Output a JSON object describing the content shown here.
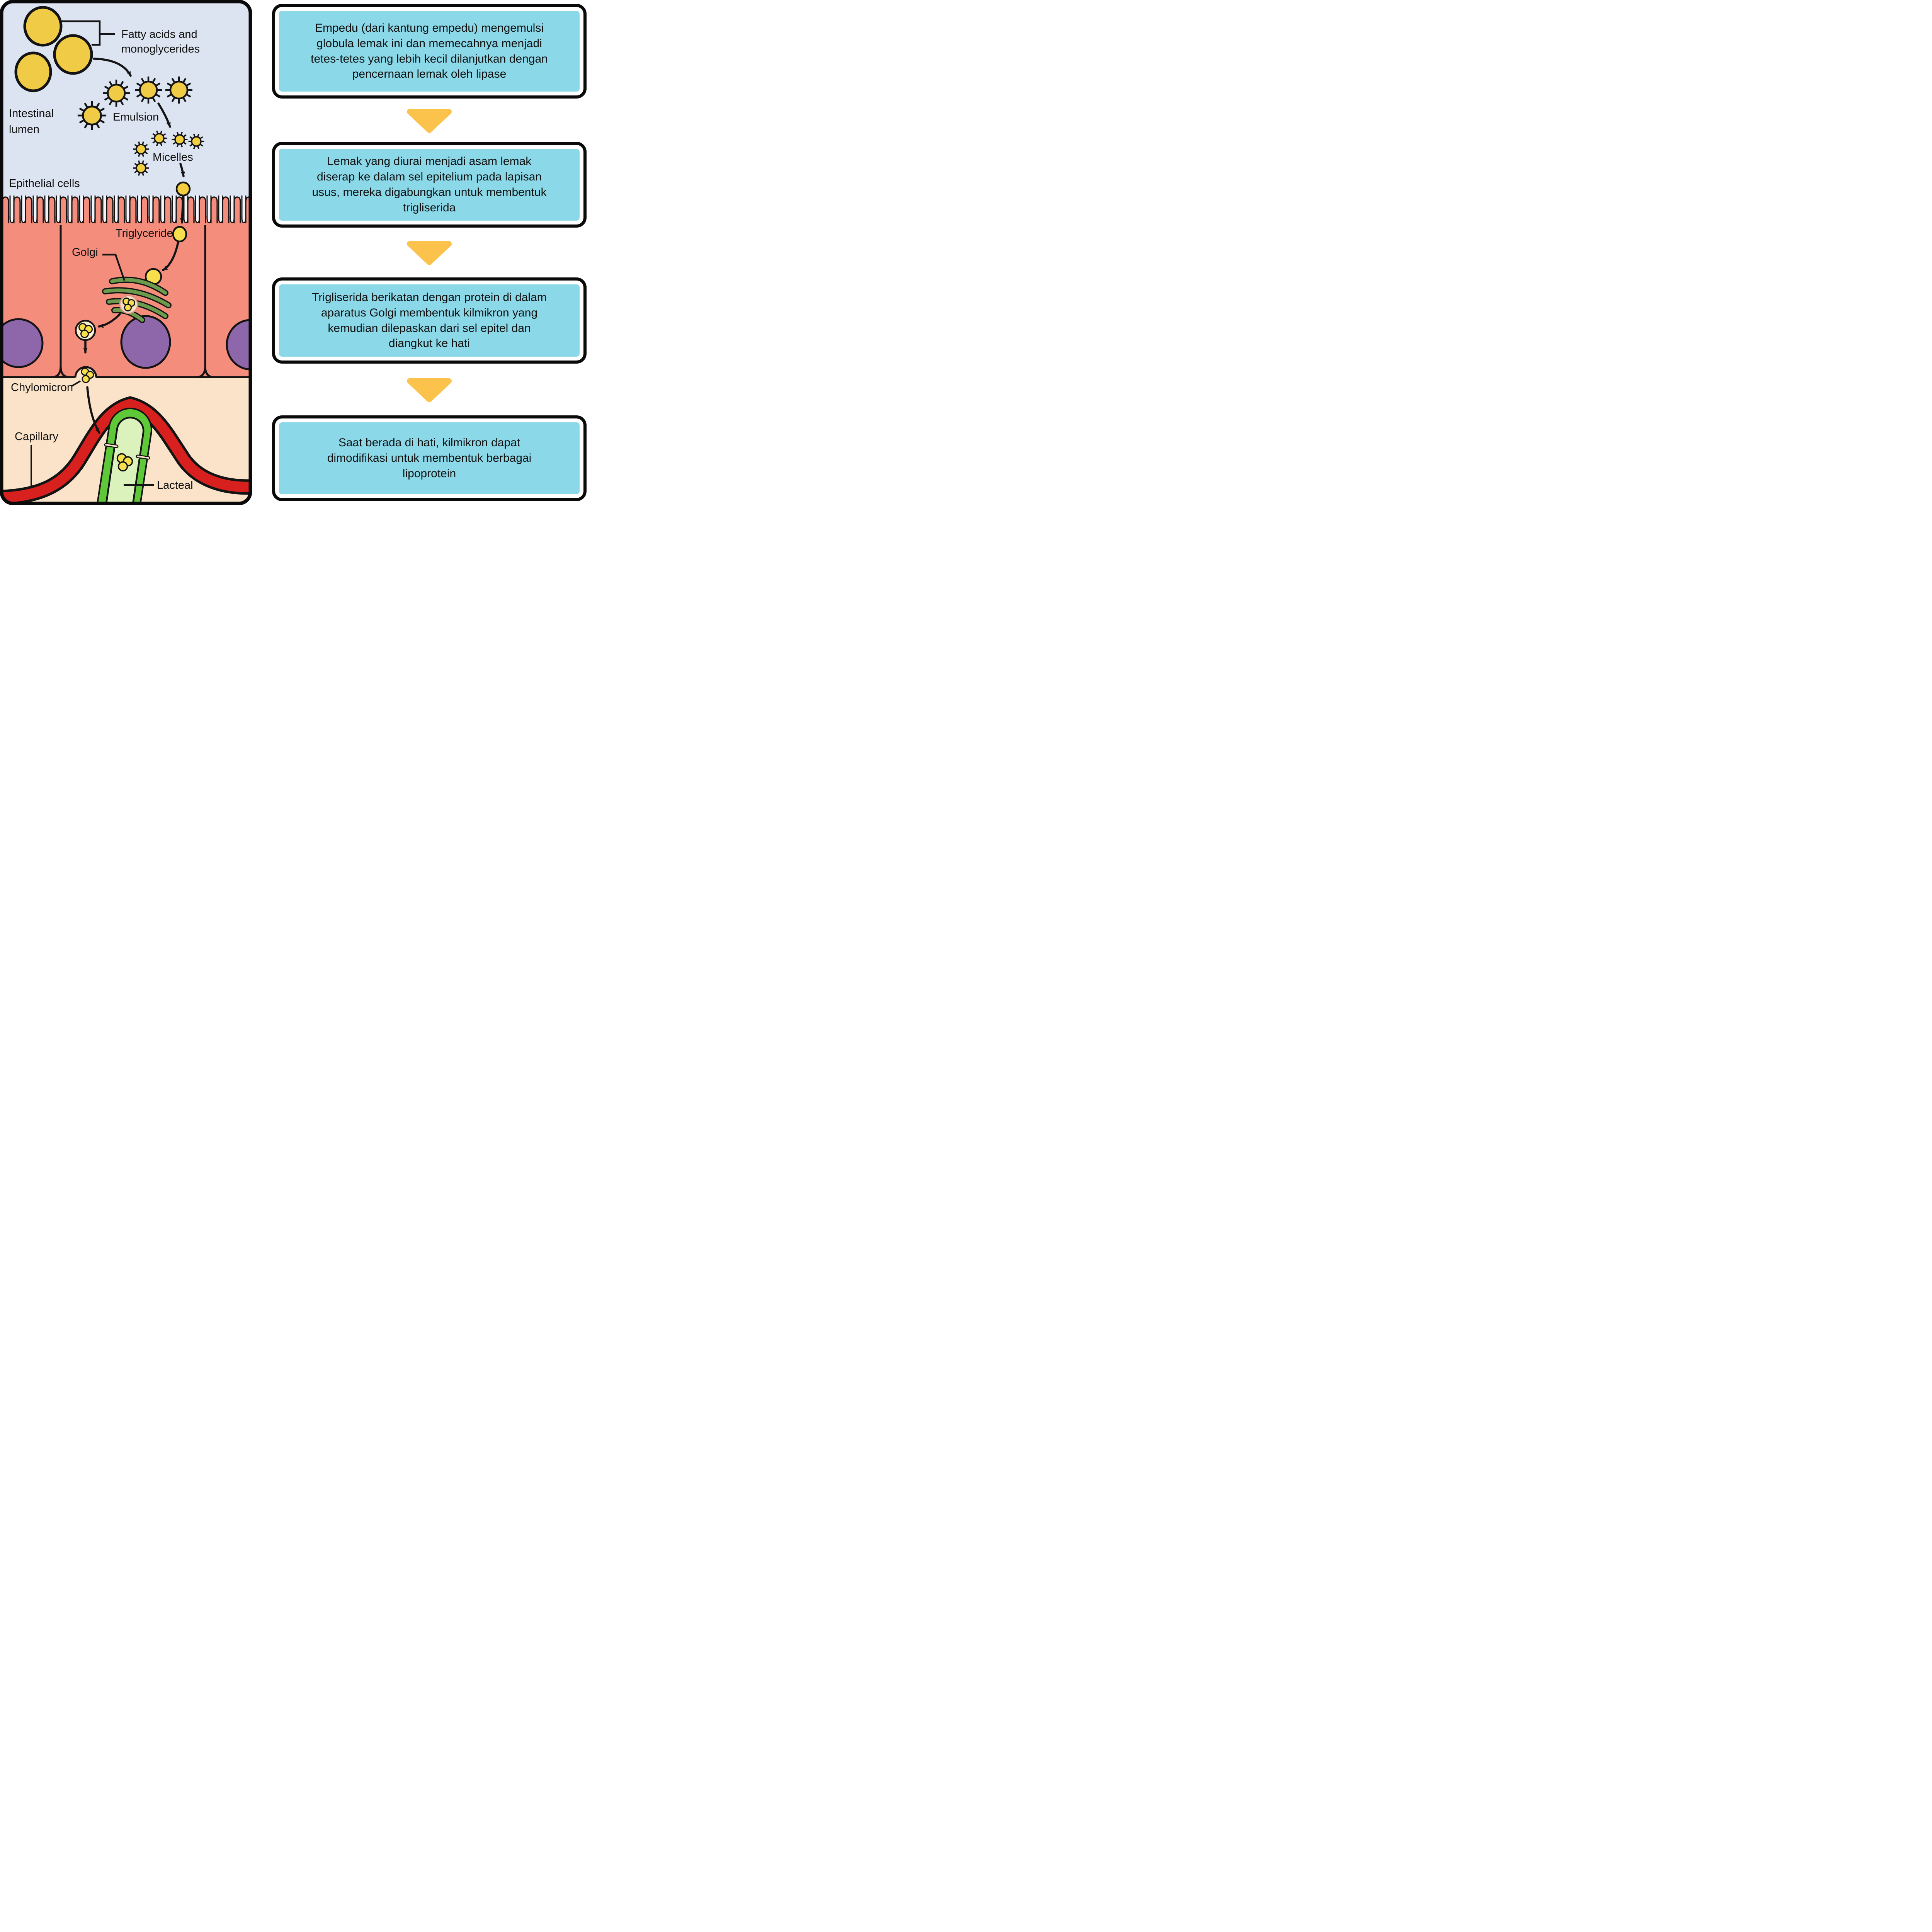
{
  "diagram": {
    "labels": {
      "fatty_line1": "Fatty acids and",
      "fatty_line2": "monoglycerides",
      "intestinal_line1": "Intestinal",
      "intestinal_line2": "lumen",
      "emulsion": "Emulsion",
      "micelles": "Micelles",
      "epithelial": "Epithelial cells",
      "triglyceride": "Triglyceride",
      "golgi": "Golgi",
      "chylomicron": "Chylomicron",
      "capillary": "Capillary",
      "lacteal": "Lacteal"
    }
  },
  "flow": {
    "steps": [
      {
        "text": "Empedu (dari kantung empedu) mengemulsi\nglobula lemak ini dan memecahnya menjadi\ntetes-tetes yang lebih kecil dilanjutkan dengan\npencernaan lemak oleh lipase"
      },
      {
        "text": "Lemak yang diurai menjadi asam lemak\ndiserap ke dalam sel epitelium pada lapisan\nusus, mereka digabungkan untuk membentuk\ntrigliserida"
      },
      {
        "text": "Trigliserida berikatan dengan protein di dalam\naparatus Golgi  membentuk kilmikron yang\nkemudian dilepaskan dari sel epitel dan\ndiangkut ke hati"
      },
      {
        "text": "Saat berada di hati, kilmikron dapat\ndimodifikasi untuk membentuk berbagai\nlipoprotein"
      }
    ]
  },
  "colors": {
    "box_fill": "#8AD8E8",
    "box_border": "#0A0A0A",
    "arrow": "#FBC34C",
    "lumen_bg": "#DCE3F1",
    "cell_salmon": "#F48D7C",
    "lamina_cream": "#FAE3C8",
    "nucleus_purple": "#8D67A9",
    "capillary_red": "#D8201F",
    "lacteal_green": "#5FC838",
    "lacteal_inner": "#DCF2BC",
    "fat_yellow": "#F0CB45",
    "golgi_green": "#6C9B4D"
  }
}
